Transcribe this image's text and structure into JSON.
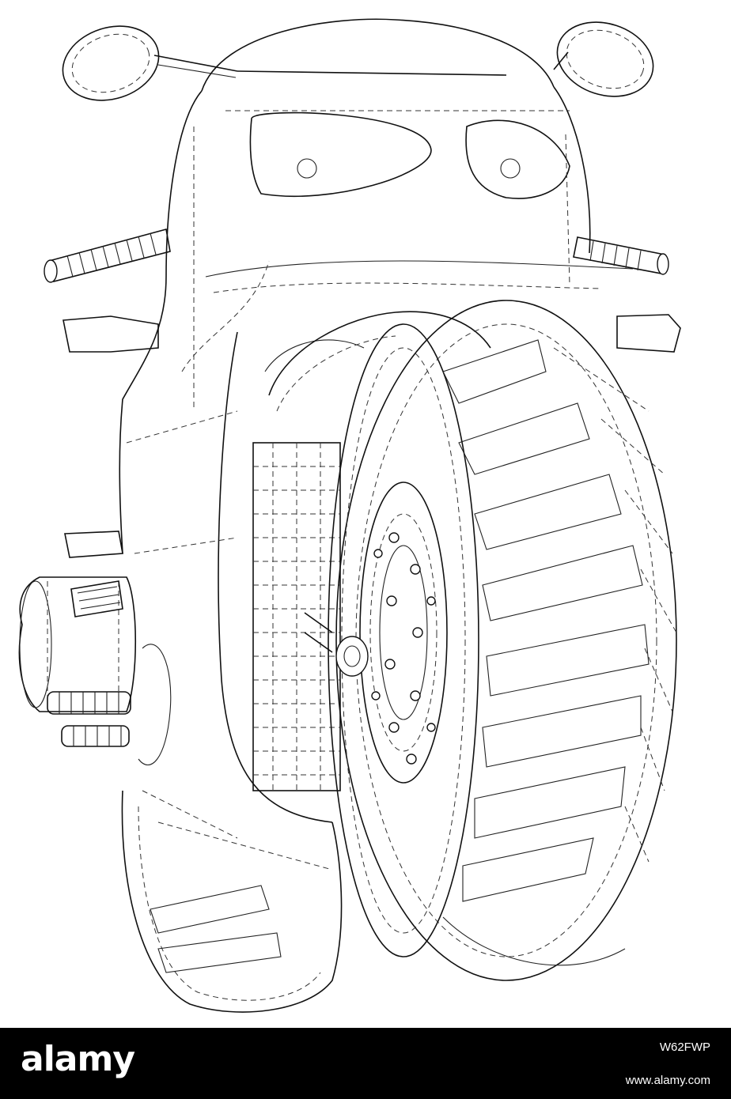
{
  "footer": {
    "brand": "alamy",
    "image_id": "W62FWP",
    "site": "www.alamy.com"
  },
  "colors": {
    "line": "#111111",
    "background": "#ffffff",
    "footer_bg": "#000000",
    "footer_text": "#ffffff"
  },
  "drawing": {
    "subject": "motorcycle-wireframe"
  }
}
